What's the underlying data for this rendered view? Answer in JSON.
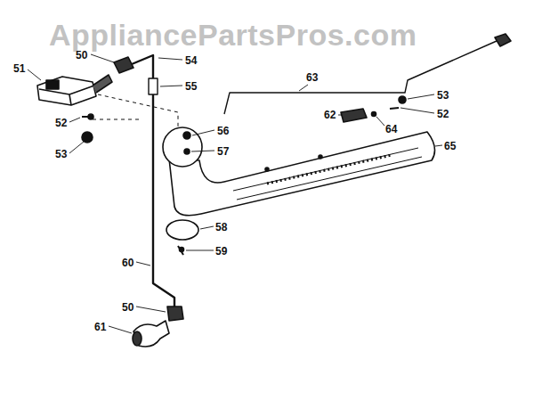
{
  "diagram": {
    "labels": [
      "AppliancePartsPros.com",
      "51",
      "50",
      "54",
      "55",
      "63",
      "53",
      "52",
      "62",
      "64",
      "52",
      "53",
      "56",
      "57",
      "65",
      "58",
      "59",
      "60",
      "50",
      "61"
    ]
  }
}
